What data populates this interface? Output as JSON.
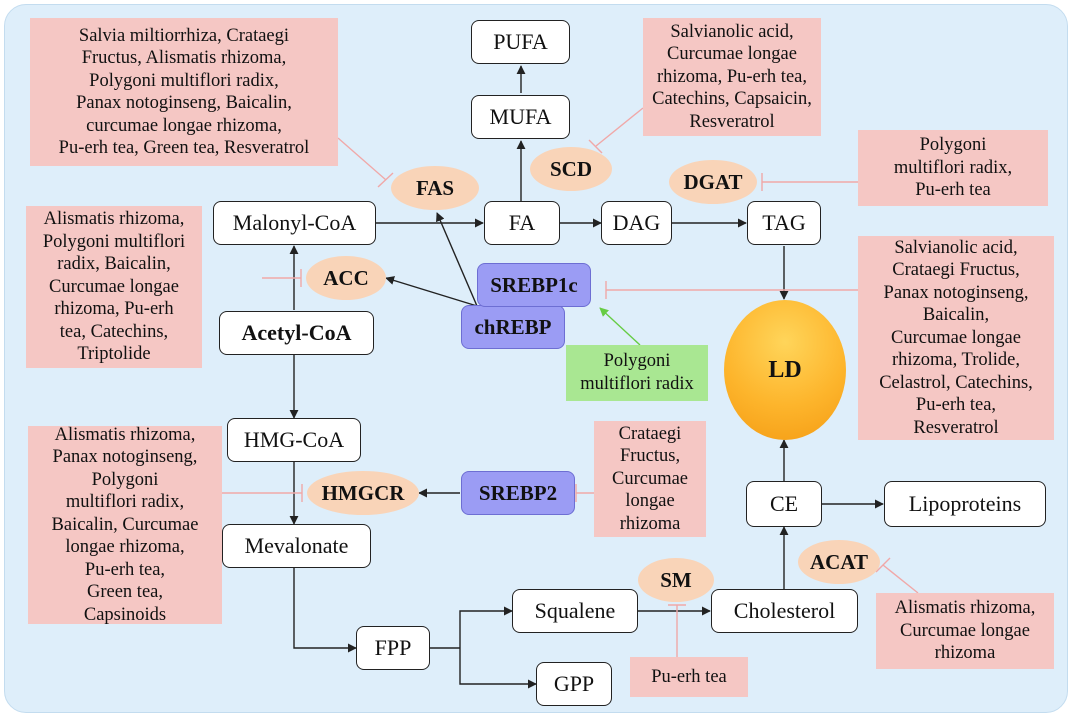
{
  "metabolites": {
    "pufa": "PUFA",
    "mufa": "MUFA",
    "malonyl_coa": "Malonyl-CoA",
    "fa": "FA",
    "dag": "DAG",
    "tag": "TAG",
    "acetyl_coa": "Acetyl-CoA",
    "hmg_coa": "HMG-CoA",
    "mevalonate": "Mevalonate",
    "fpp": "FPP",
    "squalene": "Squalene",
    "gpp": "GPP",
    "cholesterol": "Cholesterol",
    "ce": "CE",
    "lipoproteins": "Lipoproteins",
    "ld": "LD"
  },
  "enzymes": {
    "fas": "FAS",
    "scd": "SCD",
    "dgat": "DGAT",
    "acc": "ACC",
    "hmgcr": "HMGCR",
    "sm": "SM",
    "acat": "ACAT"
  },
  "transcription_factors": {
    "srebp1c": "SREBP1c",
    "chrebp": "chREBP",
    "srebp2": "SREBP2"
  },
  "inhibitors": {
    "fas": "Salvia miltiorrhiza, Crataegi\nFructus, Alismatis rhizoma,\nPolygoni multiflori radix,\nPanax notoginseng, Baicalin,\ncurcumae longae rhizoma,\nPu-erh tea, Green tea, Resveratrol",
    "scd": "Salvianolic acid,\nCurcumae longae\nrhizoma, Pu-erh tea,\nCatechins, Capsaicin,\nResveratrol",
    "dgat": "Polygoni\nmultiflori radix,\nPu-erh tea",
    "acc": "Alismatis rhizoma,\nPolygoni multiflori\nradix, Baicalin,\nCurcumae longae\nrhizoma, Pu-erh\ntea, Catechins,\nTriptolide",
    "srebp1c": "Salvianolic acid,\nCrataegi Fructus,\nPanax notoginseng,\nBaicalin,\nCurcumae longae\nrhizoma, Trolide,\nCelastrol, Catechins,\nPu-erh tea,\nResveratrol",
    "hmgcr": "Alismatis rhizoma,\nPanax notoginseng,\nPolygoni\nmultiflori radix,\nBaicalin, Curcumae\nlongae rhizoma,\nPu-erh tea,\nGreen tea,\nCapsinoids",
    "srebp2": "Crataegi\nFructus,\nCurcumae\nlongae\nrhizoma",
    "sm": "Pu-erh tea",
    "acat": "Alismatis rhizoma,\nCurcumae longae\nrhizoma"
  },
  "activators": {
    "srebp1c": "Polygoni\nmultiflori radix"
  },
  "colors": {
    "background": "#deeefa",
    "enzyme_fill": "#f9d4b8",
    "transcription_factor_fill": "#9b9cf4",
    "inhibitor_fill": "#f5c7c4",
    "activator_fill": "#a9e792",
    "inhibition_line": "#f0a8a8",
    "activation_line": "#66cc44",
    "ld_fill": "#fdb52c"
  }
}
